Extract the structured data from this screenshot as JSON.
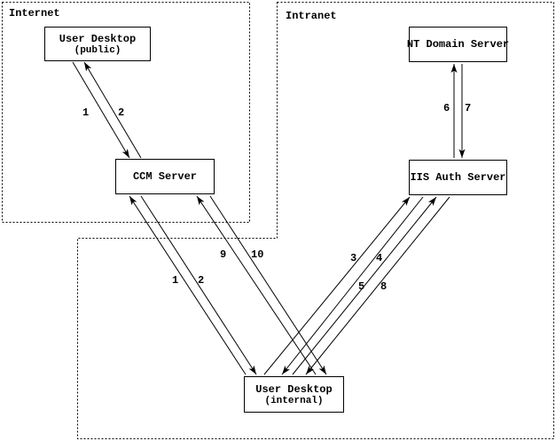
{
  "page": {
    "background_color": "#ffffff",
    "line_color": "#000000"
  },
  "regions": {
    "internet": {
      "label": "Internet"
    },
    "intranet": {
      "label": "Intranet"
    }
  },
  "nodes": {
    "user_desktop_public": {
      "title": "User Desktop",
      "subtitle": "(public)"
    },
    "ccm_server": {
      "title": "CCM Server"
    },
    "nt_domain_server": {
      "title": "NT Domain Server"
    },
    "iis_auth_server": {
      "title": "IIS Auth Server"
    },
    "user_desktop_internal": {
      "title": "User Desktop",
      "subtitle": "(internal)"
    }
  },
  "arrows": {
    "public_desktop_to_ccm": {
      "label": "1"
    },
    "ccm_to_public_desktop": {
      "label": "2"
    },
    "internal_desktop_to_ccm": {
      "label": "1"
    },
    "ccm_to_internal_desktop": {
      "label": "2"
    },
    "internal_desktop_to_iis_a": {
      "label": "3"
    },
    "iis_to_internal_desktop_a": {
      "label": "4"
    },
    "internal_desktop_to_iis_b": {
      "label": "5"
    },
    "iis_to_nt_domain": {
      "label": "6"
    },
    "nt_domain_to_iis": {
      "label": "7"
    },
    "iis_to_internal_desktop_b": {
      "label": "8"
    },
    "internal_desktop_to_ccm_b": {
      "label": "9"
    },
    "ccm_to_internal_desktop_b": {
      "label": "10"
    }
  }
}
